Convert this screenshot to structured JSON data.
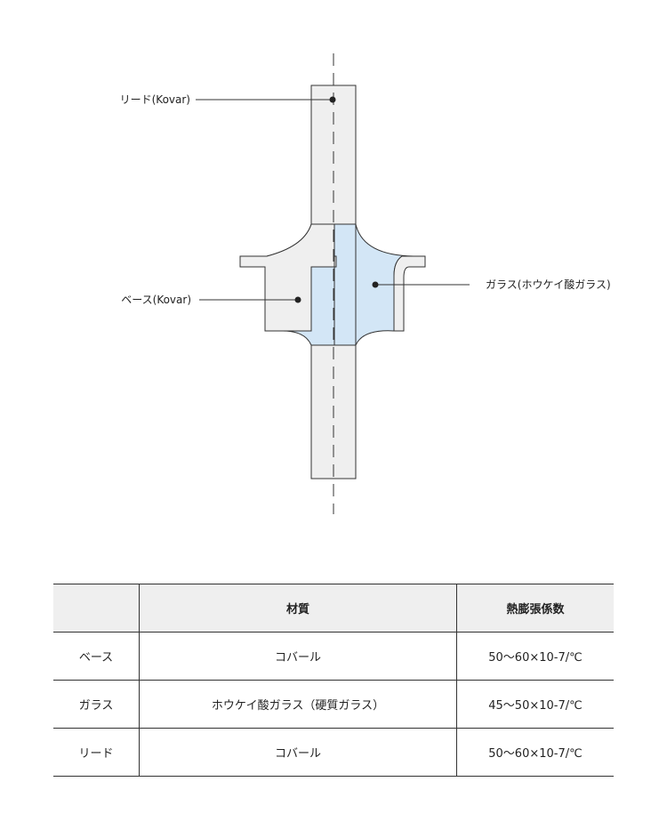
{
  "diagram": {
    "labels": {
      "lead": "リード(Kovar)",
      "base": "ベース(Kovar)",
      "glass": "ガラス(ホウケイ酸ガラス)"
    },
    "colors": {
      "glass_fill": "#d3e6f6",
      "metal_fill": "#efefef",
      "line": "#333333"
    }
  },
  "table": {
    "headers": [
      "",
      "材質",
      "熱膨張係数"
    ],
    "rows": [
      [
        "ベース",
        "コバール",
        "50～60×10-7/℃"
      ],
      [
        "ガラス",
        "ホウケイ酸ガラス（硬質ガラス）",
        "45～50×10-7/℃"
      ],
      [
        "リード",
        "コバール",
        "50～60×10-7/℃"
      ]
    ]
  }
}
